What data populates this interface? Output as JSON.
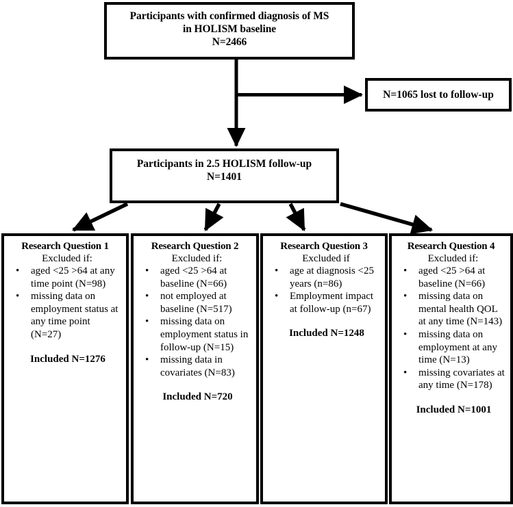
{
  "diagram": {
    "type": "participant-flow-diagram",
    "boxes": {
      "baseline": {
        "line1": "Participants with confirmed diagnosis of MS",
        "line2": "in HOLISM baseline",
        "line3": "N=2466"
      },
      "lost_to_followup": {
        "line1": "N=1065 lost to follow-up"
      },
      "followup": {
        "line1": "Participants in 2.5 HOLISM follow-up",
        "line2": "N=1401"
      }
    },
    "research_questions": [
      {
        "title": "Research Question 1",
        "subtitle": "Excluded if:",
        "exclusions": [
          "aged <25 >64 at any time point (N=98)",
          "missing data on employment status at any time point (N=27)"
        ],
        "included": "Included N=1276"
      },
      {
        "title": "Research Question 2",
        "subtitle": "Excluded if:",
        "exclusions": [
          "aged <25 >64 at baseline (N=66)",
          "not employed at baseline (N=517)",
          "missing data on employment status in follow-up (N=15)",
          "missing data in covariates (N=83)"
        ],
        "included": "Included N=720"
      },
      {
        "title": "Research Question 3",
        "subtitle": "Excluded if",
        "exclusions": [
          "age at diagnosis <25 years (n=86)",
          "Employment impact at follow-up (n=67)"
        ],
        "included": "Included N=1248"
      },
      {
        "title": "Research Question 4",
        "subtitle": "Excluded if:",
        "exclusions": [
          "aged <25 >64 at baseline (N=66)",
          "missing data on mental health QOL at any time (N=143)",
          "missing data on employment at any time (N=13)",
          "missing covariates at any time (N=178)"
        ],
        "included": "Included N=1001"
      }
    ],
    "bullet_glyph": "•",
    "colors": {
      "stroke": "#000000",
      "background": "#ffffff",
      "text": "#000000"
    },
    "connectors": [
      {
        "from": "baseline",
        "to": "lost_to_followup",
        "direction": "right"
      },
      {
        "from": "baseline",
        "to": "followup",
        "direction": "down"
      },
      {
        "from": "followup",
        "to": "research_question_1",
        "direction": "down-left"
      },
      {
        "from": "followup",
        "to": "research_question_2",
        "direction": "down-left"
      },
      {
        "from": "followup",
        "to": "research_question_3",
        "direction": "down-right"
      },
      {
        "from": "followup",
        "to": "research_question_4",
        "direction": "down-right"
      }
    ]
  }
}
